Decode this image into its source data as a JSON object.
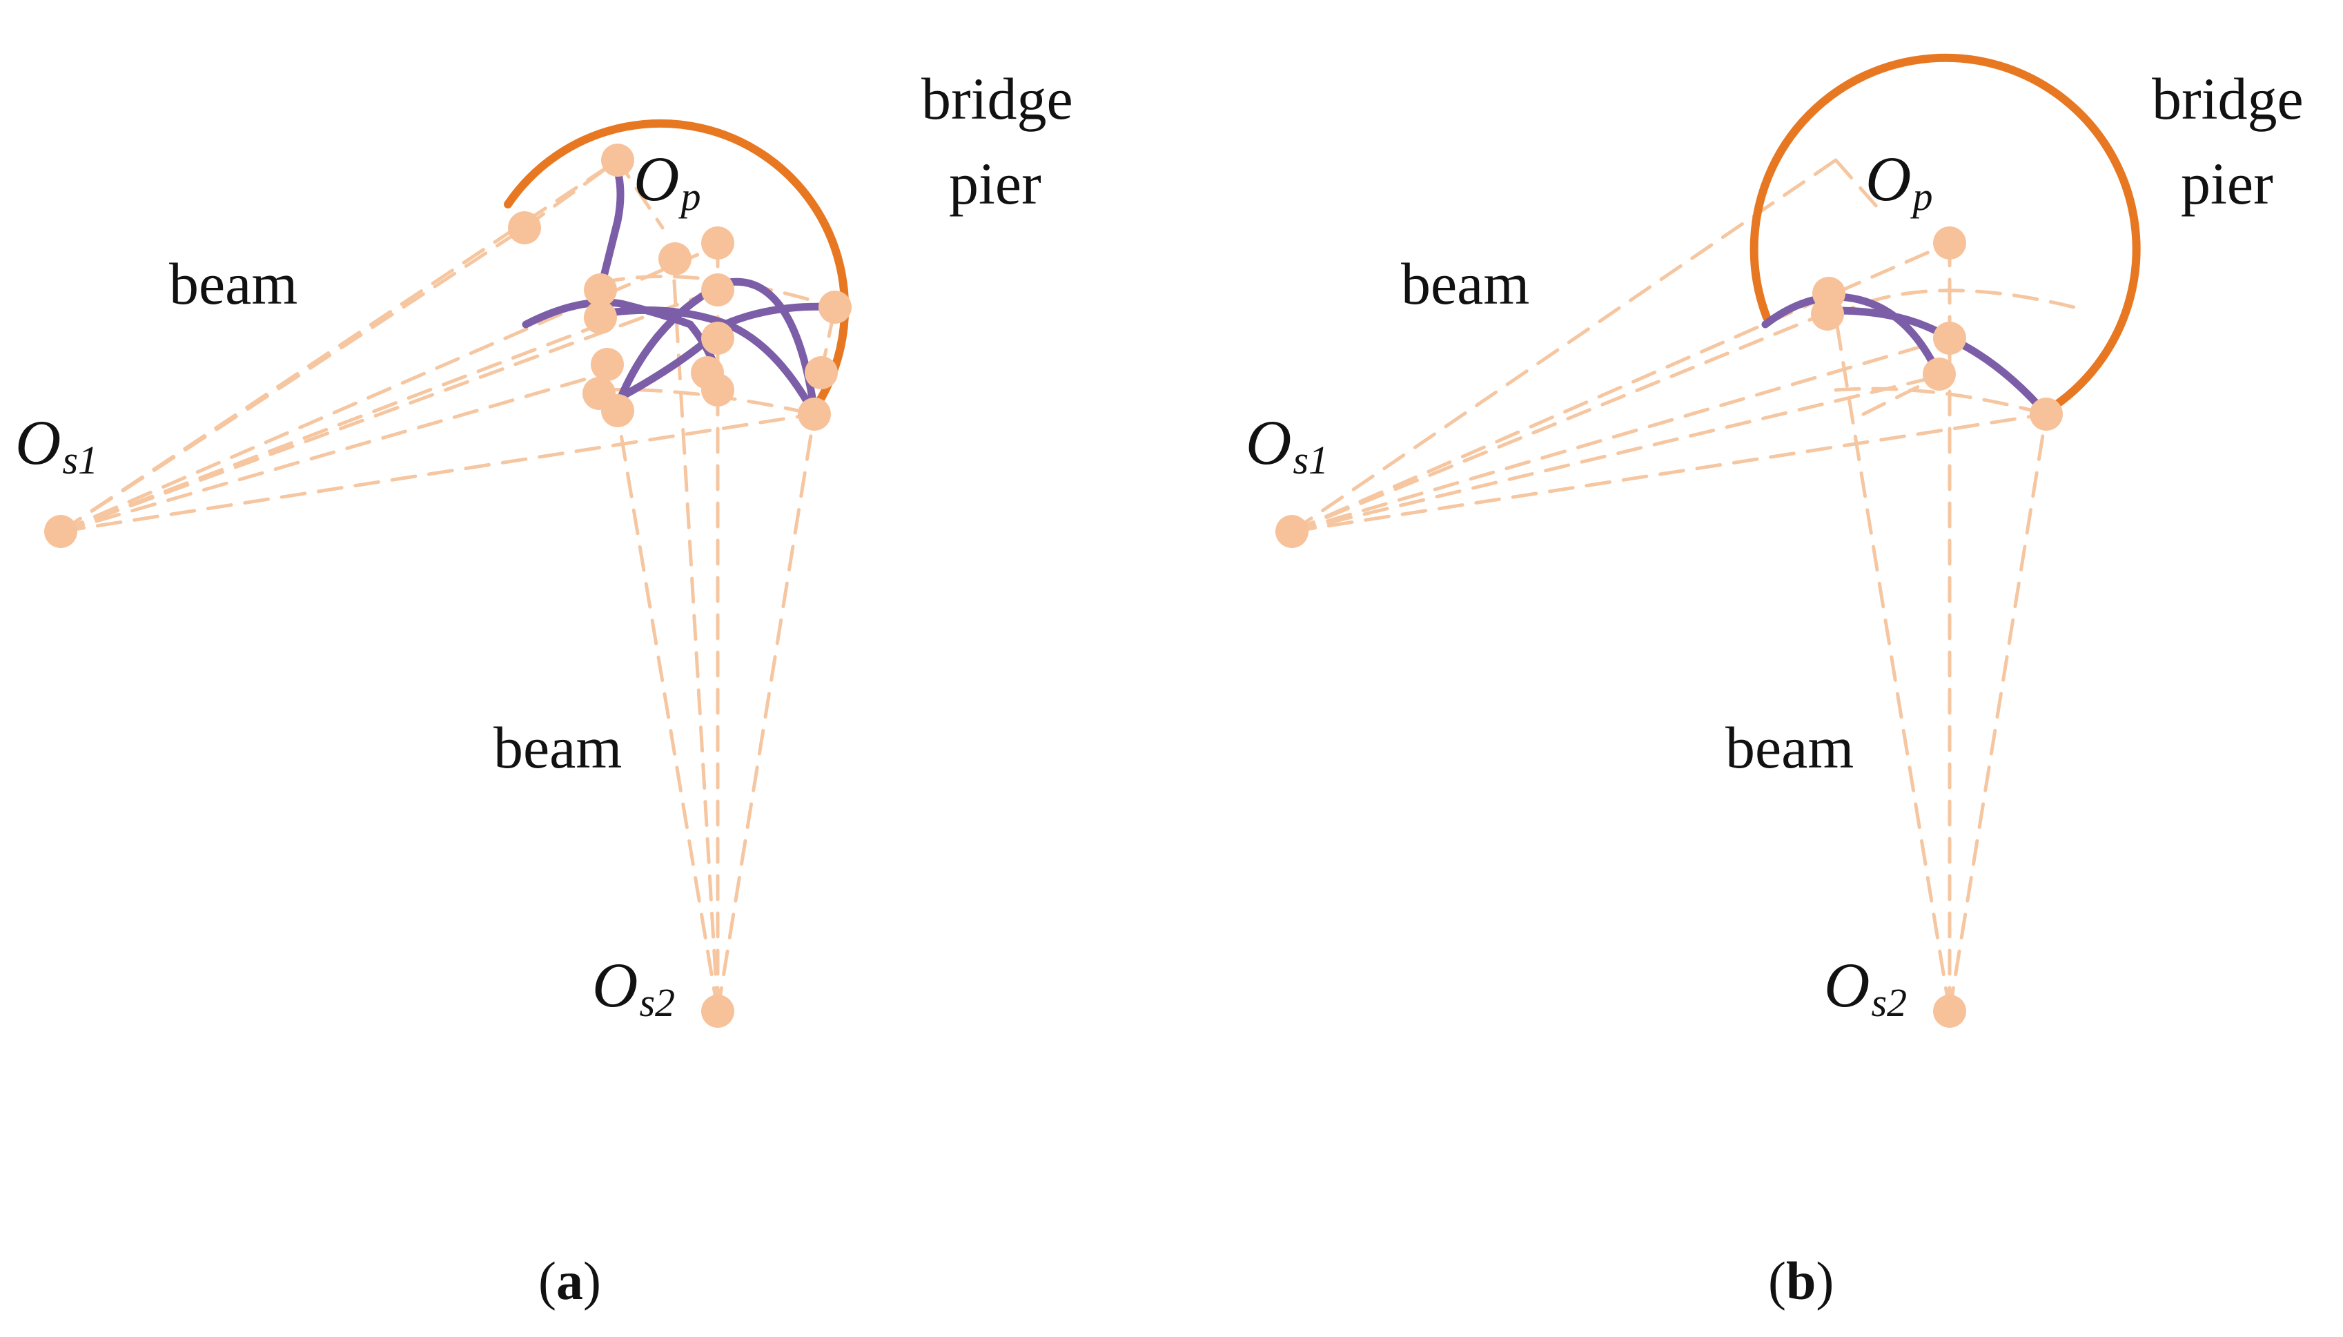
{
  "panel_a": {
    "caption_open": "(",
    "caption_letter": "a",
    "caption_close": ")",
    "label_bridge": "bridge",
    "label_pier": "pier",
    "label_beam_upper": "beam",
    "label_beam_lower": "beam",
    "label_op_main": "O",
    "label_op_sub": "p",
    "label_os1_main": "O",
    "label_os1_sub": "s1",
    "label_os2_main": "O",
    "label_os2_sub": "s2"
  },
  "panel_b": {
    "caption_open": "(",
    "caption_letter": "b",
    "caption_close": ")",
    "label_bridge": "bridge",
    "label_pier": "pier",
    "label_beam_upper": "beam",
    "label_beam_lower": "beam",
    "label_op_main": "O",
    "label_op_sub": "p",
    "label_os1_main": "O",
    "label_os1_sub": "s1",
    "label_os2_main": "O",
    "label_os2_sub": "s2"
  },
  "colors": {
    "pier_arc": "#E87722",
    "trajectory": "#7B5EA7",
    "construction_lines": "#F5C6A0",
    "nodes": "#F7C29A",
    "text": "#111111"
  }
}
